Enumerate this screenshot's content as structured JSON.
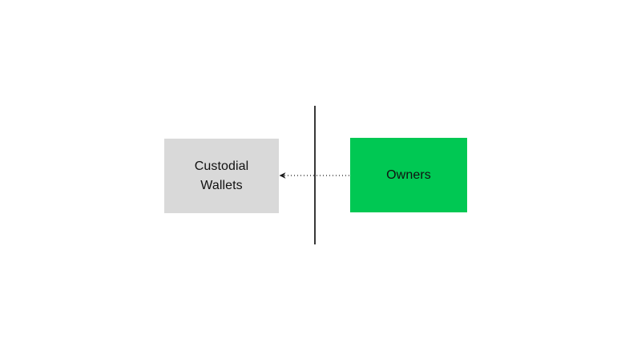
{
  "page": {
    "background": "#ffffff"
  },
  "diagram": {
    "nodes": [
      {
        "id": "custodial-wallets",
        "label": "Custodial Wallets",
        "fill": "#d9d9d9",
        "text_color": "#111111"
      },
      {
        "id": "owners",
        "label": "Owners",
        "fill": "#00c853",
        "text_color": "#111111"
      }
    ],
    "divider": {
      "type": "vertical-line",
      "color": "#383838"
    },
    "connector": {
      "type": "dotted-arrow",
      "from": "owners",
      "to": "custodial-wallets",
      "direction": "left",
      "color": "#1a1a1a"
    }
  }
}
